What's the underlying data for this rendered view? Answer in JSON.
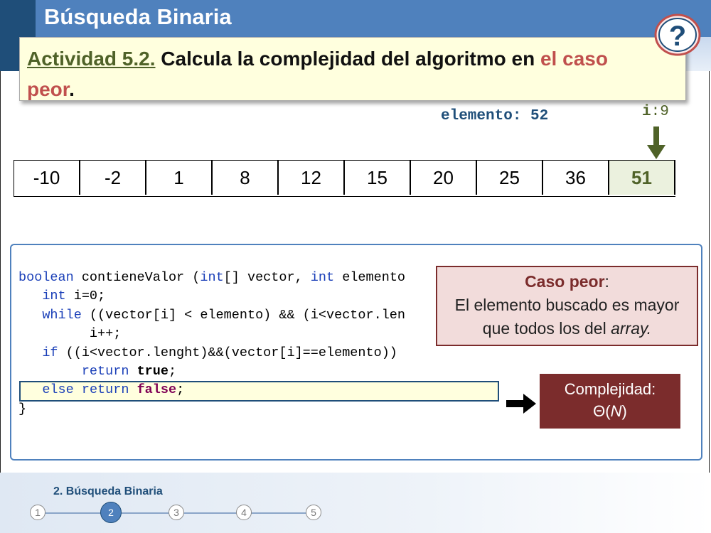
{
  "slide": {
    "title": "Búsqueda Binaria",
    "activity": {
      "number": "Actividad 5.2.",
      "text_before": "Calcula la complejidad del algoritmo en ",
      "highlight_1": "el caso",
      "highlight_2": "peor",
      "text_end": "."
    },
    "help_icon": "question-mark-icon"
  },
  "search": {
    "elemento_label": "elemento: 52",
    "i_name": "i",
    "i_value": ":9"
  },
  "array": {
    "values": [
      "-10",
      "-2",
      "1",
      "8",
      "12",
      "15",
      "20",
      "25",
      "36",
      "51"
    ],
    "highlighted_index": 9
  },
  "code": {
    "l1_kw1": "boolean",
    "l1_a": " contieneValor (",
    "l1_kw2": "int",
    "l1_b": "[] vector, ",
    "l1_kw3": "int",
    "l1_c": " elemento",
    "l2_kw": "int",
    "l2_a": " i=0;",
    "l3_kw": "while",
    "l3_a": " ((vector[i] < elemento) && (i<vector.len",
    "l4": "i++;",
    "l5_kw": "if",
    "l5_a": " ((i<vector.lenght)&&(vector[i]==elemento))",
    "l6_kw": "return",
    "l6_val": "true",
    "l6_end": ";",
    "l7_kw1": "else",
    "l7_kw2": "return",
    "l7_val": "false",
    "l7_end": ";",
    "l8": "}"
  },
  "worst_case": {
    "title": "Caso peor",
    "colon": ":",
    "line1": "El elemento buscado es mayor",
    "line2_a": "que todos los del ",
    "line2_b": "array."
  },
  "complexity": {
    "label": "Complejidad:",
    "theta": "Θ(",
    "n": "N",
    "close": ")"
  },
  "footer": {
    "section": "2. Búsqueda Binaria",
    "steps": [
      "1",
      "2",
      "3",
      "4",
      "5"
    ],
    "active_step": "2"
  },
  "colors": {
    "header": "#4f81bd",
    "header_dark": "#1f4e79",
    "accent_red": "#c0504d",
    "accent_green": "#4f6228",
    "complexity_bg": "#7b2c2c"
  }
}
